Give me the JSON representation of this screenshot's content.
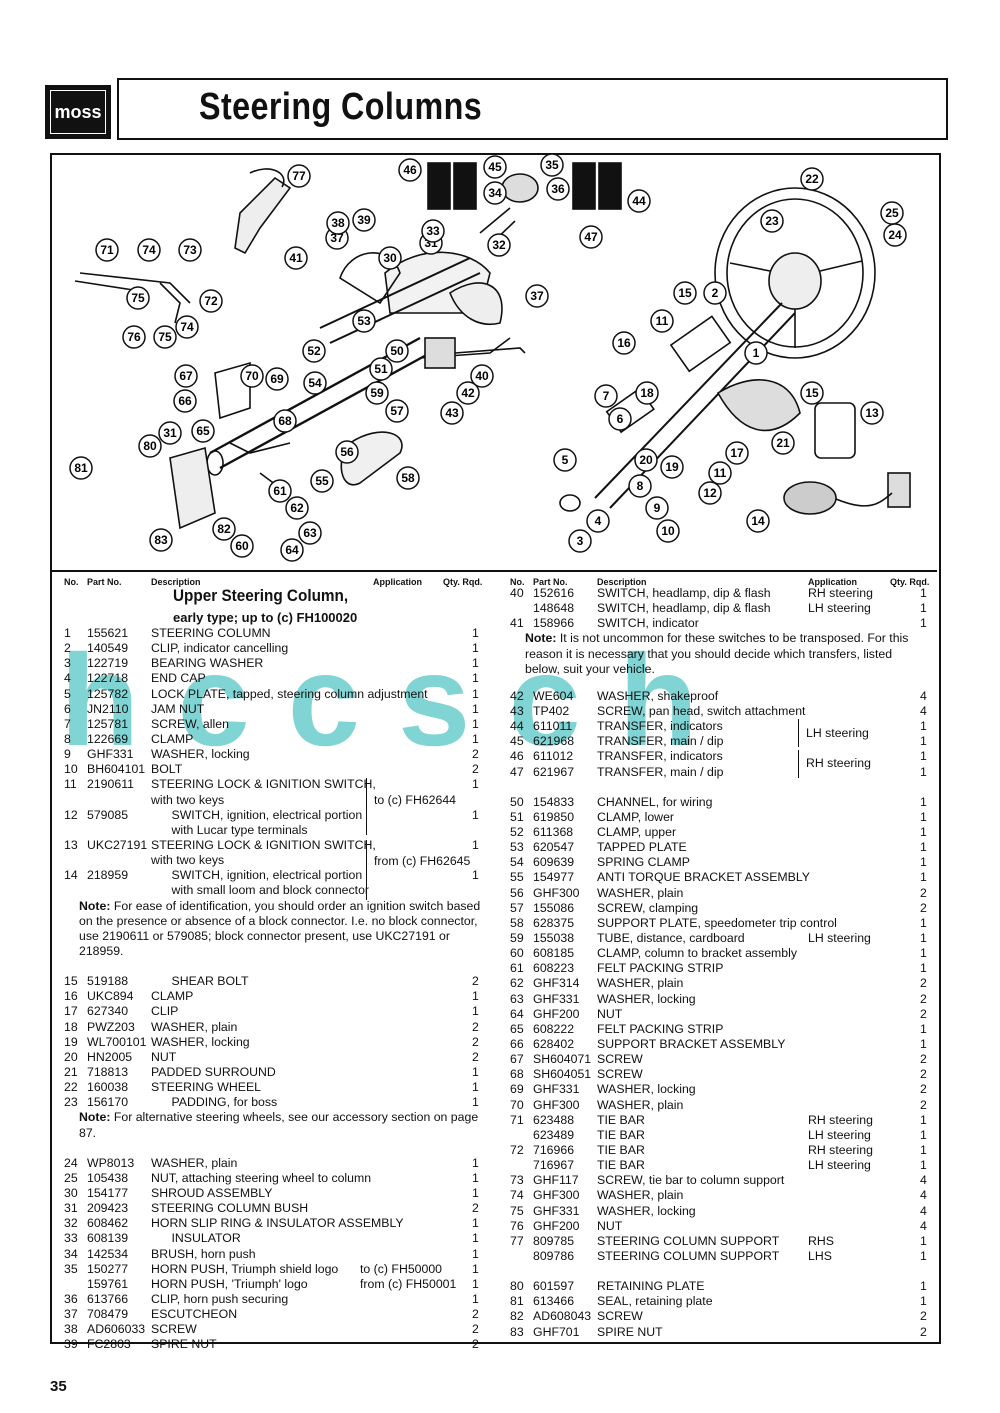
{
  "brand": "moss",
  "title": "Steering Columns",
  "page_number": "35",
  "watermark": "hccsch",
  "headers": {
    "no": "No.",
    "part": "Part No.",
    "desc": "Description",
    "app": "Application",
    "qty": "Qty. Rqd."
  },
  "section": {
    "title": "Upper Steering Column,",
    "subtitle": "early type; up to (c) FH100020"
  },
  "diagram_callouts": [
    "1",
    "2",
    "3",
    "4",
    "5",
    "6",
    "7",
    "8",
    "9",
    "10",
    "11",
    "11",
    "12",
    "13",
    "14",
    "15",
    "15",
    "16",
    "17",
    "18",
    "19",
    "20",
    "21",
    "22",
    "23",
    "24",
    "25",
    "30",
    "31",
    "31",
    "32",
    "33",
    "34",
    "35",
    "36",
    "37",
    "37",
    "38",
    "39",
    "40",
    "41",
    "42",
    "43",
    "44",
    "45",
    "46",
    "47",
    "50",
    "51",
    "52",
    "53",
    "54",
    "55",
    "56",
    "57",
    "58",
    "59",
    "60",
    "61",
    "62",
    "63",
    "64",
    "65",
    "66",
    "67",
    "68",
    "69",
    "70",
    "71",
    "72",
    "73",
    "74",
    "74",
    "75",
    "75",
    "76",
    "77",
    "80",
    "81",
    "82",
    "83"
  ],
  "left_rows_a": [
    {
      "no": "1",
      "part": "155621",
      "desc": "STEERING COLUMN",
      "app": "",
      "qty": "1"
    },
    {
      "no": "2",
      "part": "140549",
      "desc": "CLIP, indicator cancelling",
      "app": "",
      "qty": "1"
    },
    {
      "no": "3",
      "part": "122719",
      "desc": "BEARING WASHER",
      "app": "",
      "qty": "1"
    },
    {
      "no": "4",
      "part": "122718",
      "desc": "END CAP",
      "app": "",
      "qty": "1"
    },
    {
      "no": "5",
      "part": "125782",
      "desc": "LOCK PLATE, tapped, steering column adjustment",
      "app": "",
      "qty": "1"
    },
    {
      "no": "6",
      "part": "JN2110",
      "desc": "JAM NUT",
      "app": "",
      "qty": "1"
    },
    {
      "no": "7",
      "part": "125781",
      "desc": "SCREW, allen",
      "app": "",
      "qty": "1"
    },
    {
      "no": "8",
      "part": "122669",
      "desc": "CLAMP",
      "app": "",
      "qty": "1"
    },
    {
      "no": "9",
      "part": "GHF331",
      "desc": "WASHER, locking",
      "app": "",
      "qty": "2"
    },
    {
      "no": "10",
      "part": "BH604101",
      "desc": "BOLT",
      "app": "",
      "qty": "2"
    },
    {
      "no": "11",
      "part": "2190611",
      "desc": "STEERING LOCK & IGNITION SWITCH,",
      "app": "",
      "qty": "1"
    },
    {
      "no": "",
      "part": "",
      "desc": "with two keys",
      "app": "",
      "qty": ""
    },
    {
      "no": "12",
      "part": "579085",
      "desc": "      SWITCH, ignition, electrical portion",
      "app": "",
      "qty": "1"
    },
    {
      "no": "",
      "part": "",
      "desc": "      with Lucar type terminals",
      "app": "",
      "qty": ""
    },
    {
      "no": "13",
      "part": "UKC27191",
      "desc": "STEERING LOCK & IGNITION SWITCH,",
      "app": "",
      "qty": "1"
    },
    {
      "no": "",
      "part": "",
      "desc": "with two keys",
      "app": "",
      "qty": ""
    },
    {
      "no": "14",
      "part": "218959",
      "desc": "      SWITCH, ignition, electrical portion",
      "app": "",
      "qty": "1"
    },
    {
      "no": "",
      "part": "",
      "desc": "      with small loom and block connector",
      "app": "",
      "qty": ""
    }
  ],
  "brace_a": "to (c) FH62644",
  "brace_b": "from (c) FH62645",
  "note_a": "For ease of identification, you should order an ignition switch based on the presence or absence of a block connector. I.e. no block connector, use 2190611 or 579085; block connector present, use UKC27191 or 218959.",
  "note_label": "Note:",
  "left_rows_b": [
    {
      "no": "15",
      "part": "519188",
      "desc": "      SHEAR BOLT",
      "app": "",
      "qty": "2"
    },
    {
      "no": "16",
      "part": "UKC894",
      "desc": "CLAMP",
      "app": "",
      "qty": "1"
    },
    {
      "no": "17",
      "part": "627340",
      "desc": "CLIP",
      "app": "",
      "qty": "1"
    },
    {
      "no": "18",
      "part": "PWZ203",
      "desc": "WASHER, plain",
      "app": "",
      "qty": "2"
    },
    {
      "no": "19",
      "part": "WL700101",
      "desc": "WASHER, locking",
      "app": "",
      "qty": "2"
    },
    {
      "no": "20",
      "part": "HN2005",
      "desc": "NUT",
      "app": "",
      "qty": "2"
    },
    {
      "no": "21",
      "part": "718813",
      "desc": "PADDED SURROUND",
      "app": "",
      "qty": "1"
    },
    {
      "no": "22",
      "part": "160038",
      "desc": "STEERING WHEEL",
      "app": "",
      "qty": "1"
    },
    {
      "no": "23",
      "part": "156170",
      "desc": "      PADDING, for boss",
      "app": "",
      "qty": "1"
    }
  ],
  "note_b": "For alternative steering wheels, see our accessory section on page 87.",
  "left_rows_c": [
    {
      "no": "24",
      "part": "WP8013",
      "desc": "WASHER, plain",
      "app": "",
      "qty": "1"
    },
    {
      "no": "25",
      "part": "105438",
      "desc": "NUT, attaching steering wheel to column",
      "app": "",
      "qty": "1"
    },
    {
      "no": "30",
      "part": "154177",
      "desc": "SHROUD ASSEMBLY",
      "app": "",
      "qty": "1"
    },
    {
      "no": "31",
      "part": "209423",
      "desc": "STEERING COLUMN BUSH",
      "app": "",
      "qty": "2"
    },
    {
      "no": "32",
      "part": "608462",
      "desc": "HORN SLIP RING & INSULATOR ASSEMBLY",
      "app": "",
      "qty": "1"
    },
    {
      "no": "33",
      "part": "608139",
      "desc": "      INSULATOR",
      "app": "",
      "qty": "1"
    },
    {
      "no": "34",
      "part": "142534",
      "desc": "BRUSH, horn push",
      "app": "",
      "qty": "1"
    },
    {
      "no": "35",
      "part": "150277",
      "desc": "HORN PUSH, Triumph shield logo",
      "app": "to (c) FH50000",
      "qty": "1"
    },
    {
      "no": "",
      "part": "159761",
      "desc": "HORN PUSH, 'Triumph' logo",
      "app": "from (c) FH50001",
      "qty": "1"
    },
    {
      "no": "36",
      "part": "613766",
      "desc": "CLIP, horn push securing",
      "app": "",
      "qty": "1"
    },
    {
      "no": "37",
      "part": "708479",
      "desc": "ESCUTCHEON",
      "app": "",
      "qty": "2"
    },
    {
      "no": "38",
      "part": "AD606033",
      "desc": "SCREW",
      "app": "",
      "qty": "2"
    },
    {
      "no": "39",
      "part": "FC2803",
      "desc": "SPIRE NUT",
      "app": "",
      "qty": "2"
    }
  ],
  "right_rows_a": [
    {
      "no": "40",
      "part": "152616",
      "desc": "SWITCH, headlamp, dip & flash",
      "app": "RH steering",
      "qty": "1"
    },
    {
      "no": "",
      "part": "148648",
      "desc": "SWITCH, headlamp, dip & flash",
      "app": "LH steering",
      "qty": "1"
    },
    {
      "no": "41",
      "part": "158966",
      "desc": "SWITCH, indicator",
      "app": "",
      "qty": "1"
    }
  ],
  "note_c": "It is not uncommon for these switches to be transposed. For this reason it is necessary that you should decide which transfers, listed below, suit your vehicle.",
  "right_rows_b": [
    {
      "no": "42",
      "part": "WE604",
      "desc": "WASHER, shakeproof",
      "app": "",
      "qty": "4"
    },
    {
      "no": "43",
      "part": "TP402",
      "desc": "SCREW, pan head, switch attachment",
      "app": "",
      "qty": "4"
    },
    {
      "no": "44",
      "part": "611011",
      "desc": "TRANSFER, indicators",
      "app": "",
      "qty": "1"
    },
    {
      "no": "45",
      "part": "621968",
      "desc": "TRANSFER, main / dip",
      "app": "",
      "qty": "1"
    },
    {
      "no": "46",
      "part": "611012",
      "desc": "TRANSFER, indicators",
      "app": "",
      "qty": "1"
    },
    {
      "no": "47",
      "part": "621967",
      "desc": "TRANSFER, main / dip",
      "app": "",
      "qty": "1"
    }
  ],
  "brace_c": "LH steering",
  "brace_d": "RH steering",
  "right_rows_c": [
    {
      "no": "50",
      "part": "154833",
      "desc": "CHANNEL, for wiring",
      "app": "",
      "qty": "1"
    },
    {
      "no": "51",
      "part": "619850",
      "desc": "CLAMP, lower",
      "app": "",
      "qty": "1"
    },
    {
      "no": "52",
      "part": "611368",
      "desc": "CLAMP, upper",
      "app": "",
      "qty": "1"
    },
    {
      "no": "53",
      "part": "620547",
      "desc": "TAPPED PLATE",
      "app": "",
      "qty": "1"
    },
    {
      "no": "54",
      "part": "609639",
      "desc": "SPRING CLAMP",
      "app": "",
      "qty": "1"
    },
    {
      "no": "55",
      "part": "154977",
      "desc": "ANTI TORQUE BRACKET ASSEMBLY",
      "app": "",
      "qty": "1"
    },
    {
      "no": "56",
      "part": "GHF300",
      "desc": "WASHER, plain",
      "app": "",
      "qty": "2"
    },
    {
      "no": "57",
      "part": "155086",
      "desc": "SCREW, clamping",
      "app": "",
      "qty": "2"
    },
    {
      "no": "58",
      "part": "628375",
      "desc": "SUPPORT PLATE, speedometer trip control",
      "app": "",
      "qty": "1"
    },
    {
      "no": "59",
      "part": "155038",
      "desc": "TUBE, distance, cardboard",
      "app": "LH steering",
      "qty": "1"
    },
    {
      "no": "60",
      "part": "608185",
      "desc": "CLAMP, column to bracket assembly",
      "app": "",
      "qty": "1"
    },
    {
      "no": "61",
      "part": "608223",
      "desc": "FELT PACKING STRIP",
      "app": "",
      "qty": "1"
    },
    {
      "no": "62",
      "part": "GHF314",
      "desc": "WASHER, plain",
      "app": "",
      "qty": "2"
    },
    {
      "no": "63",
      "part": "GHF331",
      "desc": "WASHER, locking",
      "app": "",
      "qty": "2"
    },
    {
      "no": "64",
      "part": "GHF200",
      "desc": "NUT",
      "app": "",
      "qty": "2"
    },
    {
      "no": "65",
      "part": "608222",
      "desc": "FELT PACKING STRIP",
      "app": "",
      "qty": "1"
    },
    {
      "no": "66",
      "part": "628402",
      "desc": "SUPPORT BRACKET ASSEMBLY",
      "app": "",
      "qty": "1"
    },
    {
      "no": "67",
      "part": "SH604071",
      "desc": "SCREW",
      "app": "",
      "qty": "2"
    },
    {
      "no": "68",
      "part": "SH604051",
      "desc": "SCREW",
      "app": "",
      "qty": "2"
    },
    {
      "no": "69",
      "part": "GHF331",
      "desc": "WASHER, locking",
      "app": "",
      "qty": "2"
    },
    {
      "no": "70",
      "part": "GHF300",
      "desc": "WASHER, plain",
      "app": "",
      "qty": "2"
    },
    {
      "no": "71",
      "part": "623488",
      "desc": "TIE BAR",
      "app": "RH steering",
      "qty": "1"
    },
    {
      "no": "",
      "part": "623489",
      "desc": "TIE BAR",
      "app": "LH steering",
      "qty": "1"
    },
    {
      "no": "72",
      "part": "716966",
      "desc": "TIE BAR",
      "app": "RH steering",
      "qty": "1"
    },
    {
      "no": "",
      "part": "716967",
      "desc": "TIE BAR",
      "app": "LH steering",
      "qty": "1"
    },
    {
      "no": "73",
      "part": "GHF117",
      "desc": "SCREW, tie bar to column support",
      "app": "",
      "qty": "4"
    },
    {
      "no": "74",
      "part": "GHF300",
      "desc": "WASHER, plain",
      "app": "",
      "qty": "4"
    },
    {
      "no": "75",
      "part": "GHF331",
      "desc": "WASHER, locking",
      "app": "",
      "qty": "4"
    },
    {
      "no": "76",
      "part": "GHF200",
      "desc": "NUT",
      "app": "",
      "qty": "4"
    },
    {
      "no": "77",
      "part": "809785",
      "desc": "STEERING COLUMN SUPPORT",
      "app": "RHS",
      "qty": "1"
    },
    {
      "no": "",
      "part": "809786",
      "desc": "STEERING COLUMN SUPPORT",
      "app": "LHS",
      "qty": "1"
    }
  ],
  "right_rows_d": [
    {
      "no": "80",
      "part": "601597",
      "desc": "RETAINING PLATE",
      "app": "",
      "qty": "1"
    },
    {
      "no": "81",
      "part": "613466",
      "desc": "SEAL, retaining plate",
      "app": "",
      "qty": "1"
    },
    {
      "no": "82",
      "part": "AD608043",
      "desc": "SCREW",
      "app": "",
      "qty": "2"
    },
    {
      "no": "83",
      "part": "GHF701",
      "desc": "SPIRE NUT",
      "app": "",
      "qty": "2"
    }
  ]
}
